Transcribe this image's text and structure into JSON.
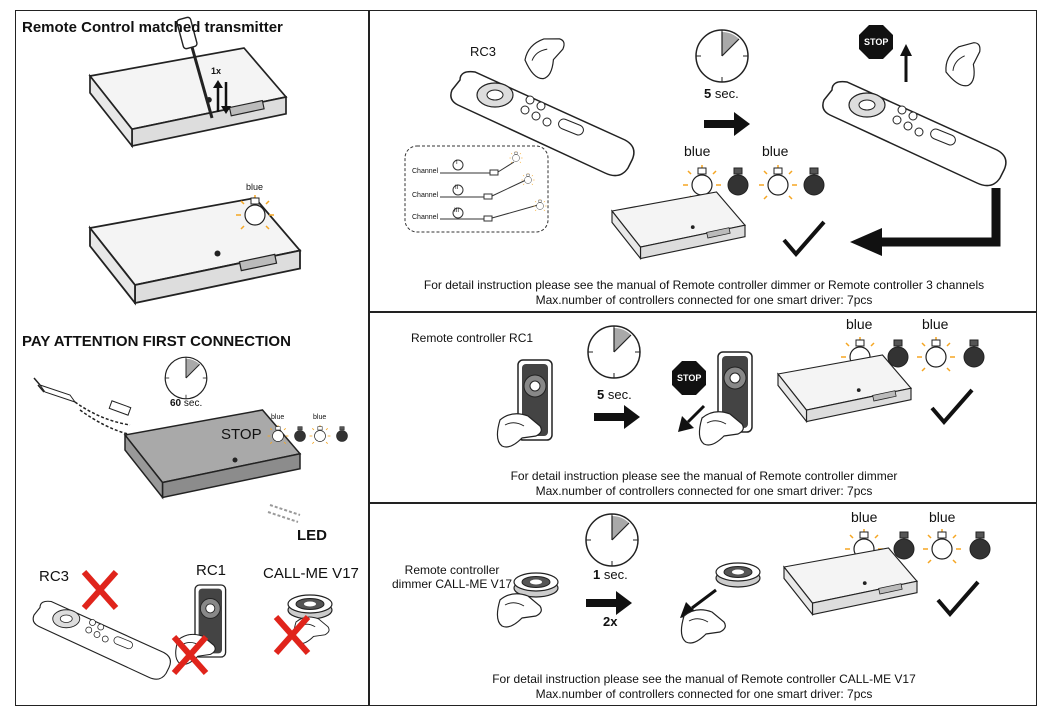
{
  "left": {
    "heading_transmitter": "Remote Control matched transmitter",
    "press_count": "1x",
    "led_color_top": "blue",
    "heading_first_connection": "PAY ATTENTION FIRST CONNECTION",
    "timer_value": "60",
    "timer_unit": "sec.",
    "stop_label": "STOP",
    "blink_left": "blue",
    "blink_right": "blue",
    "led_label": "LED",
    "rc3_label": "RC3",
    "rc1_label": "RC1",
    "callme_label": "CALL-ME V17"
  },
  "panel_rc3": {
    "title": "RC3",
    "timer_value": "5",
    "timer_unit": "sec.",
    "stop_badge": "STOP",
    "channel_label": "Channel",
    "channels": [
      "I",
      "II",
      "III"
    ],
    "led1": "blue",
    "led2": "blue",
    "caption1": "For detail instruction please see the manual of Remote controller dimmer or Remote controller  3 channels",
    "caption2": "Max.number of controllers connected for one smart driver: 7pcs"
  },
  "panel_rc1": {
    "title": "Remote controller RC1",
    "timer_value": "5",
    "timer_unit": "sec.",
    "stop_badge": "STOP",
    "led1": "blue",
    "led2": "blue",
    "caption1": "For detail instruction please see the manual of Remote controller dimmer",
    "caption2": "Max.number of controllers connected for one smart driver: 7pcs"
  },
  "panel_callme": {
    "title_line1": "Remote controller",
    "title_line2": "dimmer CALL-ME V17",
    "timer_value": "1",
    "timer_unit": "sec.",
    "press_count": "2x",
    "led1": "blue",
    "led2": "blue",
    "caption1": "For detail instruction please see the manual of Remote controller CALL-ME V17",
    "caption2": "Max.number of controllers connected for one smart driver: 7pcs"
  },
  "colors": {
    "line": "#222222",
    "driver_fill": "#f4f4f4",
    "driver_dark": "#a9a9a9",
    "glow": "#f5a623",
    "bulb_off": "#333333",
    "cross": "#e0241b"
  }
}
